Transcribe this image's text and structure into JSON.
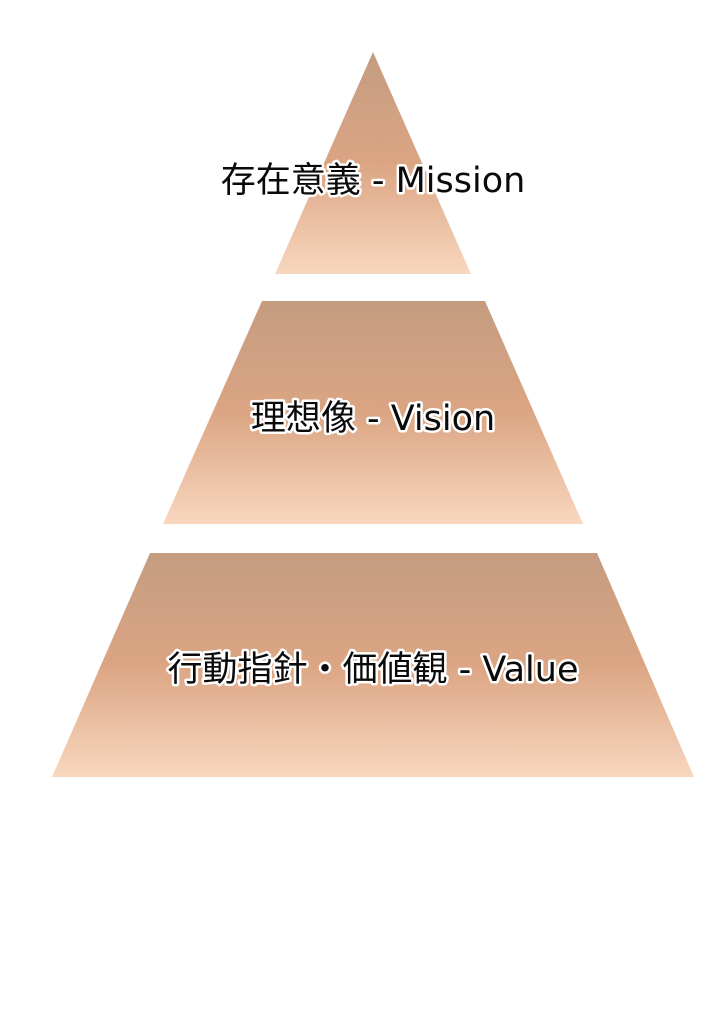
{
  "pyramid": {
    "colors": {
      "top": "#c49c80",
      "middle": "#dba583",
      "bottom": "#f8d7bf",
      "label": "#0a0a0a",
      "label_outline": "#ffffff"
    },
    "tiers": [
      {
        "label": "存在意義 - Mission"
      },
      {
        "label": "理想像 - Vision"
      },
      {
        "label": "行動指針・価値観 - Value"
      }
    ]
  }
}
